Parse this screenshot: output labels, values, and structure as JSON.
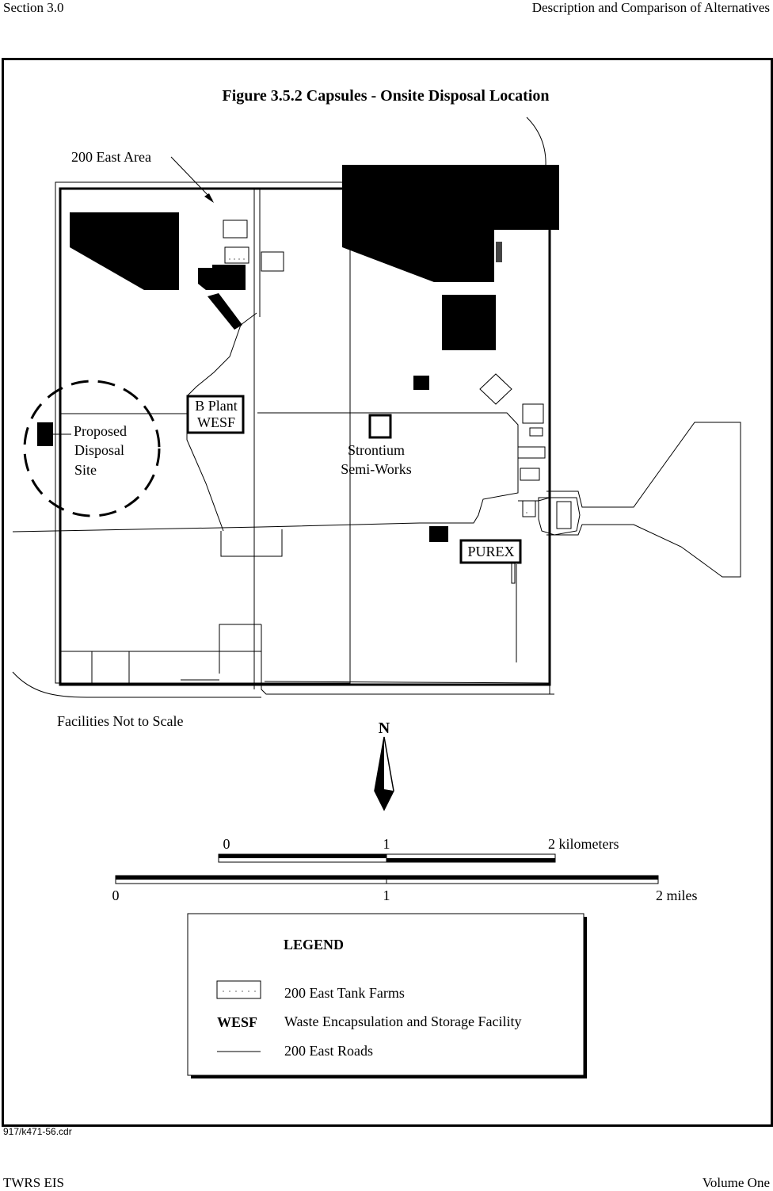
{
  "header": {
    "section": "Section 3.0",
    "chapter": "Description and Comparison of Alternatives"
  },
  "footer": {
    "left": "TWRS EIS",
    "right": "Volume One"
  },
  "file_id": "917/k471-56.cdr",
  "figure_title": "Figure 3.5.2  Capsules - Onsite Disposal Location",
  "map_labels": {
    "area": "200 East Area",
    "proposed_site": [
      "Proposed",
      "Disposal",
      "Site"
    ],
    "b_plant": [
      "B Plant",
      "WESF"
    ],
    "strontium": [
      "Strontium",
      "Semi-Works"
    ],
    "purex": "PUREX",
    "north": "N"
  },
  "scale_note": "Facilities Not to Scale",
  "scale_km": {
    "zero": "0",
    "one": "1",
    "end": "2 kilometers"
  },
  "scale_mi": {
    "zero": "0",
    "one": "1",
    "end": "2 miles"
  },
  "legend": {
    "title": "LEGEND",
    "items": [
      {
        "symbol": "",
        "label": "200 East Tank Farms"
      },
      {
        "symbol": "WESF",
        "label": "Waste Encapsulation and Storage Facility"
      },
      {
        "symbol": "",
        "label": "200 East Roads"
      }
    ]
  }
}
